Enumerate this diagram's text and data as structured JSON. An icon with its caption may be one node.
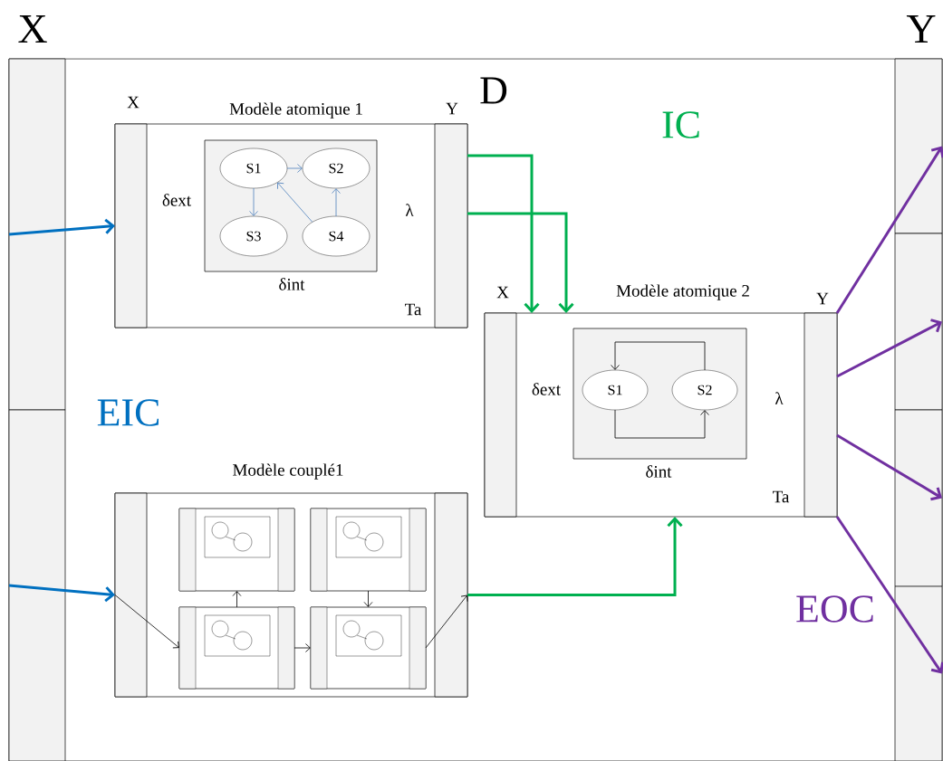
{
  "diagram": {
    "nodes": [
      {
        "text": [
          "D"
        ]
      },
      {
        "text": [],
        "shape": "box",
        "in": 0
      },
      {
        "text": [],
        "shape": "box",
        "in": 0
      },
      {
        "text": [],
        "shape": "box",
        "in": 0
      },
      {
        "text": [],
        "shape": "box",
        "in": 0
      },
      {
        "text": [],
        "shape": "box",
        "in": 0
      },
      {
        "text": [],
        "shape": "box",
        "in": 0
      },
      {
        "text": [
          "Modèle atomique 1",
          "δext",
          "δint",
          "λ",
          "Ta"
        ],
        "in": 0
      },
      {
        "text": [
          "X"
        ],
        "in": 7
      },
      {
        "text": [
          "Y"
        ],
        "in": 7
      },
      {
        "text": [],
        "shape": "box",
        "in": 7
      },
      {
        "text": [
          "S1"
        ],
        "in": 10
      },
      {
        "text": [
          "S2"
        ],
        "in": 10
      },
      {
        "text": [
          "S3"
        ],
        "in": 10
      },
      {
        "text": [
          "S4"
        ],
        "in": 10
      },
      {
        "text": [
          "Modèle atomique 2",
          "δext",
          "δint",
          "λ",
          "Ta"
        ],
        "in": 0
      },
      {
        "text": [
          "X"
        ],
        "in": 15
      },
      {
        "text": [
          "Y"
        ],
        "in": 15
      },
      {
        "text": [],
        "shape": "box",
        "in": 15
      },
      {
        "text": [
          "S1"
        ],
        "in": 18
      },
      {
        "text": [
          "S2"
        ],
        "in": 18
      },
      {
        "text": [
          "Modèle couplé1"
        ],
        "in": 0
      },
      {
        "text": [],
        "shape": "box",
        "in": 21
      },
      {
        "text": [],
        "shape": "box",
        "in": 21
      },
      {
        "text": [],
        "shape": "box",
        "in": 21
      },
      {
        "text": [],
        "shape": "box",
        "in": 21
      },
      {
        "text": [],
        "shape": "box",
        "in": 21
      },
      {
        "text": [],
        "shape": "box",
        "in": 21
      }
    ],
    "edges": [
      {
        "from": 1,
        "to": 8,
        "arrow": "to",
        "style": "thick",
        "color": "#0070c0"
      },
      {
        "from": 2,
        "to": 22,
        "arrow": "to",
        "style": "thick",
        "color": "#0070c0"
      },
      {
        "from": 9,
        "to": 15,
        "arrow": "to",
        "style": "thick",
        "color": "#00b050"
      },
      {
        "from": 9,
        "to": 15,
        "arrow": "to",
        "style": "thick",
        "color": "#00b050"
      },
      {
        "from": 23,
        "to": 15,
        "arrow": "to",
        "style": "thick",
        "color": "#00b050"
      },
      {
        "from": 17,
        "to": 3,
        "arrow": "to",
        "style": "thick",
        "color": "#7030a0"
      },
      {
        "from": 17,
        "to": 4,
        "arrow": "to",
        "style": "thick",
        "color": "#7030a0"
      },
      {
        "from": 17,
        "to": 5,
        "arrow": "to",
        "style": "thick",
        "color": "#7030a0"
      },
      {
        "from": 17,
        "to": 6,
        "arrow": "to",
        "style": "thick",
        "color": "#7030a0"
      },
      {
        "from": 11,
        "to": 12,
        "arrow": "to",
        "color": "#4f81bd"
      },
      {
        "from": 11,
        "to": 13,
        "arrow": "to",
        "color": "#4f81bd"
      },
      {
        "from": 14,
        "to": 11,
        "arrow": "to",
        "color": "#4f81bd"
      },
      {
        "from": 14,
        "to": 12,
        "arrow": "to",
        "color": "#4f81bd"
      },
      {
        "from": 20,
        "to": 19,
        "arrow": "to"
      },
      {
        "from": 19,
        "to": 20,
        "arrow": "to"
      },
      {
        "from": 22,
        "to": 26,
        "arrow": "to"
      },
      {
        "from": 26,
        "to": 24,
        "arrow": "to"
      },
      {
        "from": 26,
        "to": 27,
        "arrow": "to"
      },
      {
        "from": 25,
        "to": 27,
        "arrow": "to"
      },
      {
        "from": 27,
        "to": 23,
        "arrow": "to"
      }
    ],
    "labels": [
      "X",
      "Y",
      "IC",
      "EIC",
      "EOC"
    ]
  }
}
